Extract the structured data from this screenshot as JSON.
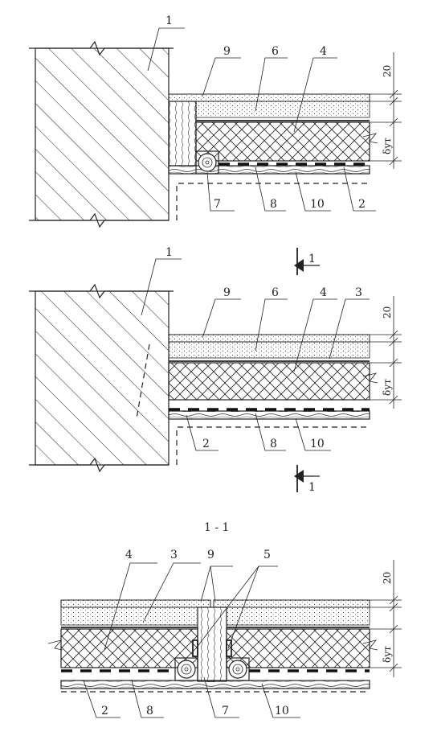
{
  "section_title": "1 - 1",
  "callouts": {
    "top": [
      "1",
      "9",
      "6",
      "4",
      "7",
      "8",
      "10",
      "2"
    ],
    "middle": [
      "1",
      "9",
      "6",
      "4",
      "3",
      "2",
      "8",
      "10"
    ],
    "bottom": [
      "4",
      "3",
      "9",
      "5",
      "2",
      "8",
      "7",
      "10"
    ]
  },
  "section_marker": "1",
  "dimensions": {
    "screed": "20",
    "insulation": "δут"
  }
}
